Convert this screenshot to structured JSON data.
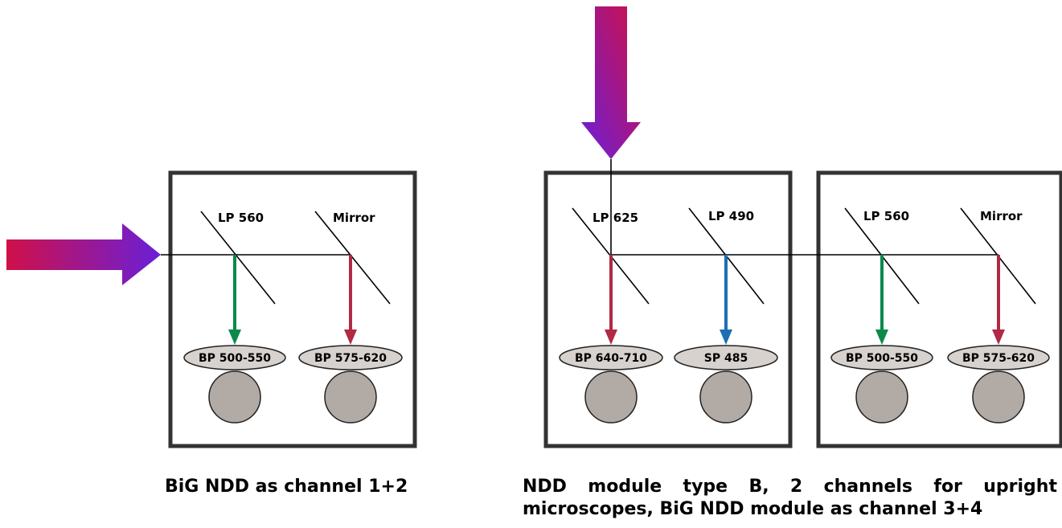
{
  "colors": {
    "box": "#333333",
    "green": "#0a8a4a",
    "red": "#b02a45",
    "blue": "#1e6eb4",
    "filter_fill": "#d7d2ce",
    "detector_fill": "#b2aaa5",
    "arrow_start": "#d01048",
    "arrow_end": "#6a1fd8"
  },
  "left_module": {
    "mirrors": [
      {
        "label": "LP 560"
      },
      {
        "label": "Mirror"
      }
    ],
    "filters": [
      {
        "label": "BP 500-550",
        "beam_color": "green"
      },
      {
        "label": "BP 575-620",
        "beam_color": "red"
      }
    ]
  },
  "right_module_b": {
    "mirrors": [
      {
        "label": "LP 625"
      },
      {
        "label": "LP 490"
      }
    ],
    "filters": [
      {
        "label": "BP 640-710",
        "beam_color": "red"
      },
      {
        "label": "SP 485",
        "beam_color": "blue"
      }
    ]
  },
  "right_module_big": {
    "mirrors": [
      {
        "label": "LP 560"
      },
      {
        "label": "Mirror"
      }
    ],
    "filters": [
      {
        "label": "BP 500-550",
        "beam_color": "green"
      },
      {
        "label": "BP 575-620",
        "beam_color": "red"
      }
    ]
  },
  "captions": {
    "left": "BiG NDD as channel 1+2",
    "right": "NDD module type B, 2 channels for upright microscopes, BiG NDD module as channel 3+4"
  }
}
